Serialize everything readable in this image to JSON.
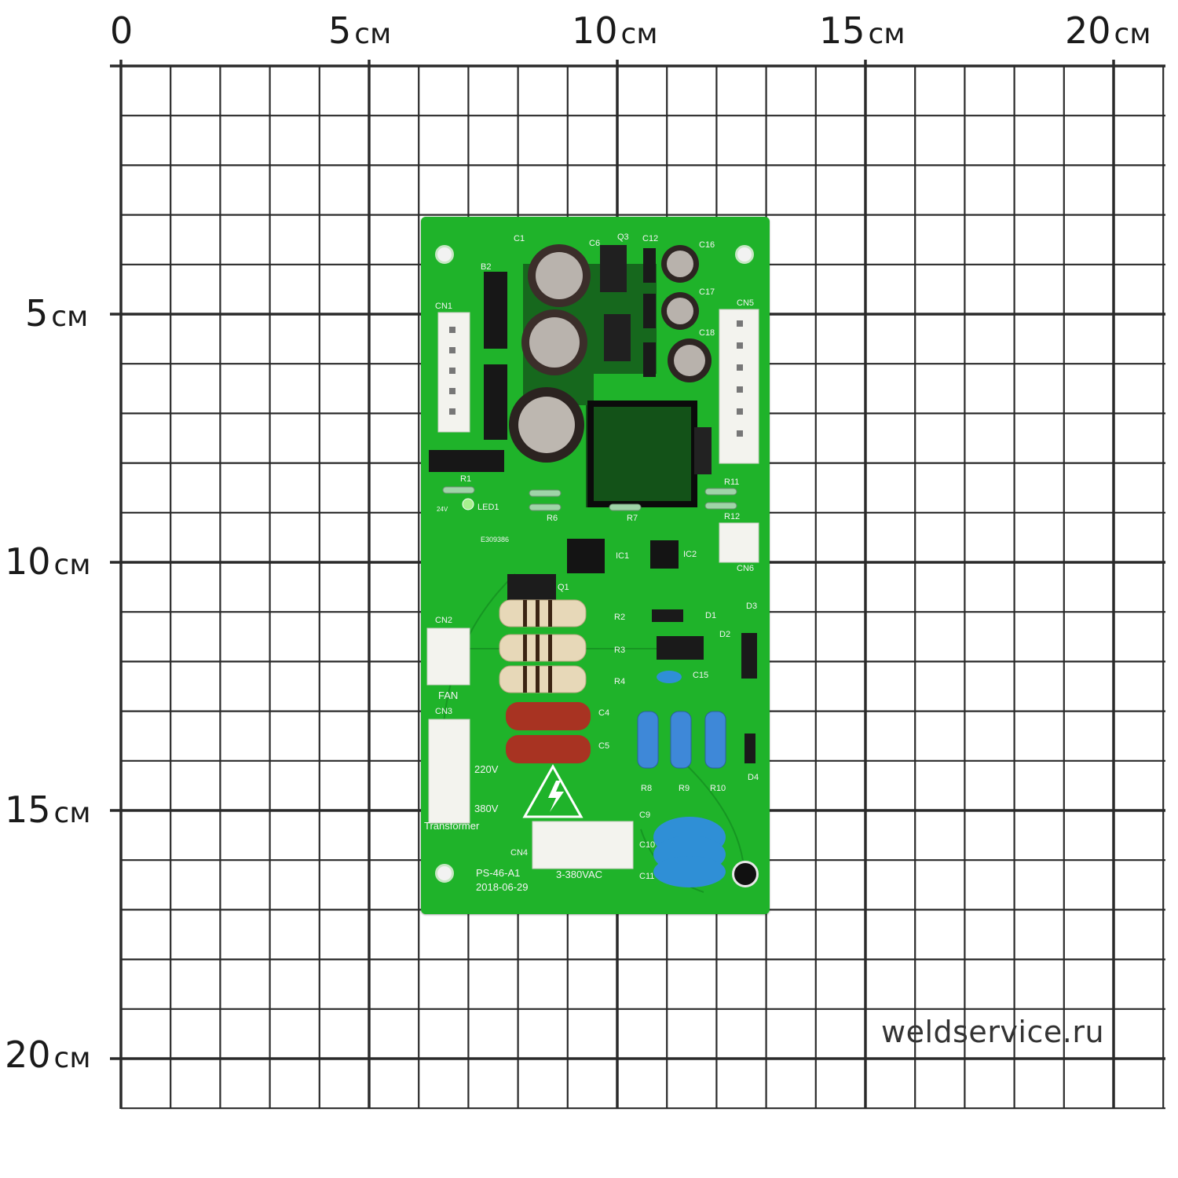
{
  "ruler": {
    "x_labels": [
      {
        "num": "0",
        "unit": ""
      },
      {
        "num": "5",
        "unit": "см"
      },
      {
        "num": "10",
        "unit": "см"
      },
      {
        "num": "15",
        "unit": "см"
      },
      {
        "num": "20",
        "unit": "см"
      }
    ],
    "y_labels": [
      {
        "num": "5",
        "unit": "см"
      },
      {
        "num": "10",
        "unit": "см"
      },
      {
        "num": "15",
        "unit": "см"
      },
      {
        "num": "20",
        "unit": "см"
      }
    ]
  },
  "board": {
    "labels": {
      "cn1": "CN1",
      "cn2": "CN2",
      "cn3": "CN3",
      "cn4": "CN4",
      "cn5": "CN5",
      "cn6": "CN6",
      "fan": "FAN",
      "v220": "220V",
      "v380": "380V",
      "transformer": "Transformer",
      "model": "PS-46-A1",
      "date": "2018-06-29",
      "input": "3-380VAC",
      "led1": "LED1",
      "ic1": "IC1",
      "ic2": "IC2",
      "q1": "Q1",
      "q3": "Q3",
      "c1": "C1",
      "c6": "C6",
      "c12": "C12",
      "c16": "C16",
      "c17": "C17",
      "c18": "C18",
      "c4": "C4",
      "c5": "C5",
      "c9": "C9",
      "c10": "C10",
      "c11": "C11",
      "c15": "C15",
      "r1": "R1",
      "r2": "R2",
      "r3": "R3",
      "r4": "R4",
      "r6": "R6",
      "r7": "R7",
      "r8": "R8",
      "r9": "R9",
      "r10": "R10",
      "r11": "R11",
      "r12": "R12",
      "d1": "D1",
      "d2": "D2",
      "d3": "D3",
      "d4": "D4",
      "b2": "B2",
      "cert": "E309386",
      "v24": "24V"
    }
  },
  "colors": {
    "pcb": "#1fb32a",
    "grid": "#2a2a2a",
    "connector": "#f3f3ee",
    "capacitor_film": "#a83322",
    "ceramic": "#2f8fd6"
  },
  "watermark": "weldservice.ru"
}
